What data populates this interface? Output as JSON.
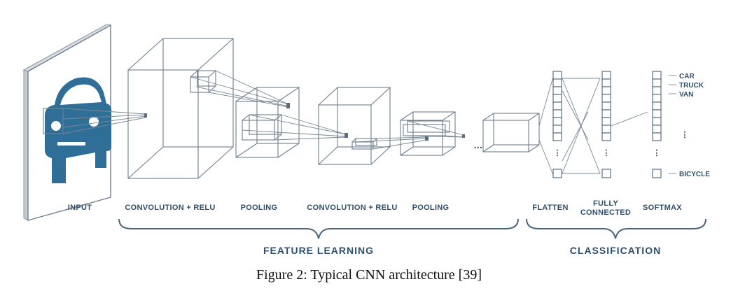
{
  "diagram": {
    "stages": {
      "input": "INPUT",
      "conv1": "CONVOLUTION + RELU",
      "pool1": "POOLING",
      "conv2": "CONVOLUTION + RELU",
      "pool2": "POOLING",
      "flatten": "FLATTEN",
      "fc_line1": "FULLY",
      "fc_line2": "CONNECTED",
      "softmax": "SOFTMAX"
    },
    "sections": {
      "feature_learning": "FEATURE LEARNING",
      "classification": "CLASSIFICATION"
    },
    "classes": [
      "CAR",
      "TRUCK",
      "VAN",
      "BICYCLE"
    ],
    "ellipsis": "...",
    "vertical_ellipsis": "⋮",
    "colors": {
      "accent": "#2f6f97",
      "text": "#2f4f6e",
      "lines": "#6f7f8e"
    }
  },
  "caption": "Figure 2: Typical CNN architecture [39]"
}
